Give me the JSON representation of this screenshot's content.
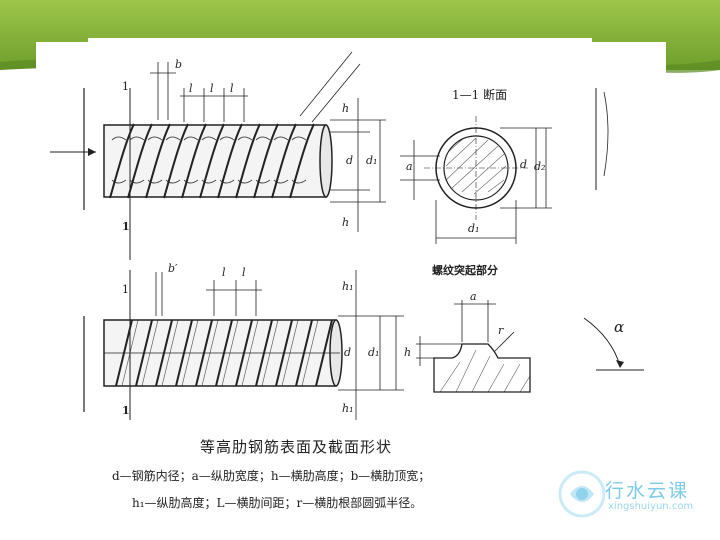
{
  "figure": {
    "caption": "等高肋钢筋表面及截面形状",
    "legend_line1": "d—钢筋内径；a—纵肋宽度；h—横肋高度；b—横肋顶宽；",
    "legend_line2": "h₁—纵肋高度；L—横肋间距；r—横肋根部圆弧半径。",
    "section_title": "1—1 断面",
    "rib_label": "螺纹突起部分",
    "labels": {
      "b": "b",
      "l1": "l",
      "l2": "l",
      "l3": "l",
      "h_top": "h",
      "h_bottom": "h",
      "d_top": "d",
      "d1_top": "d₁",
      "one_a": "1",
      "one_b": "1",
      "one_c": "1",
      "one_d": "1",
      "b_prime": "b′",
      "l4": "l",
      "l5": "l",
      "h1_top": "h₁",
      "h1_bottom": "h₁",
      "d_bot": "d",
      "d1_bot": "d₁",
      "sec_d": "d",
      "sec_d1": "d₁",
      "sec_d2": "d₂",
      "sec_a": "a",
      "det_a": "a",
      "det_h": "h",
      "det_r": "r",
      "alpha": "α"
    }
  },
  "watermark": {
    "name": "行水云课",
    "url": "xingshuiyun.com"
  },
  "colors": {
    "band_green": "#8ab53c",
    "band_dark": "#5b8a22",
    "watermark": "#7ccbe8"
  }
}
